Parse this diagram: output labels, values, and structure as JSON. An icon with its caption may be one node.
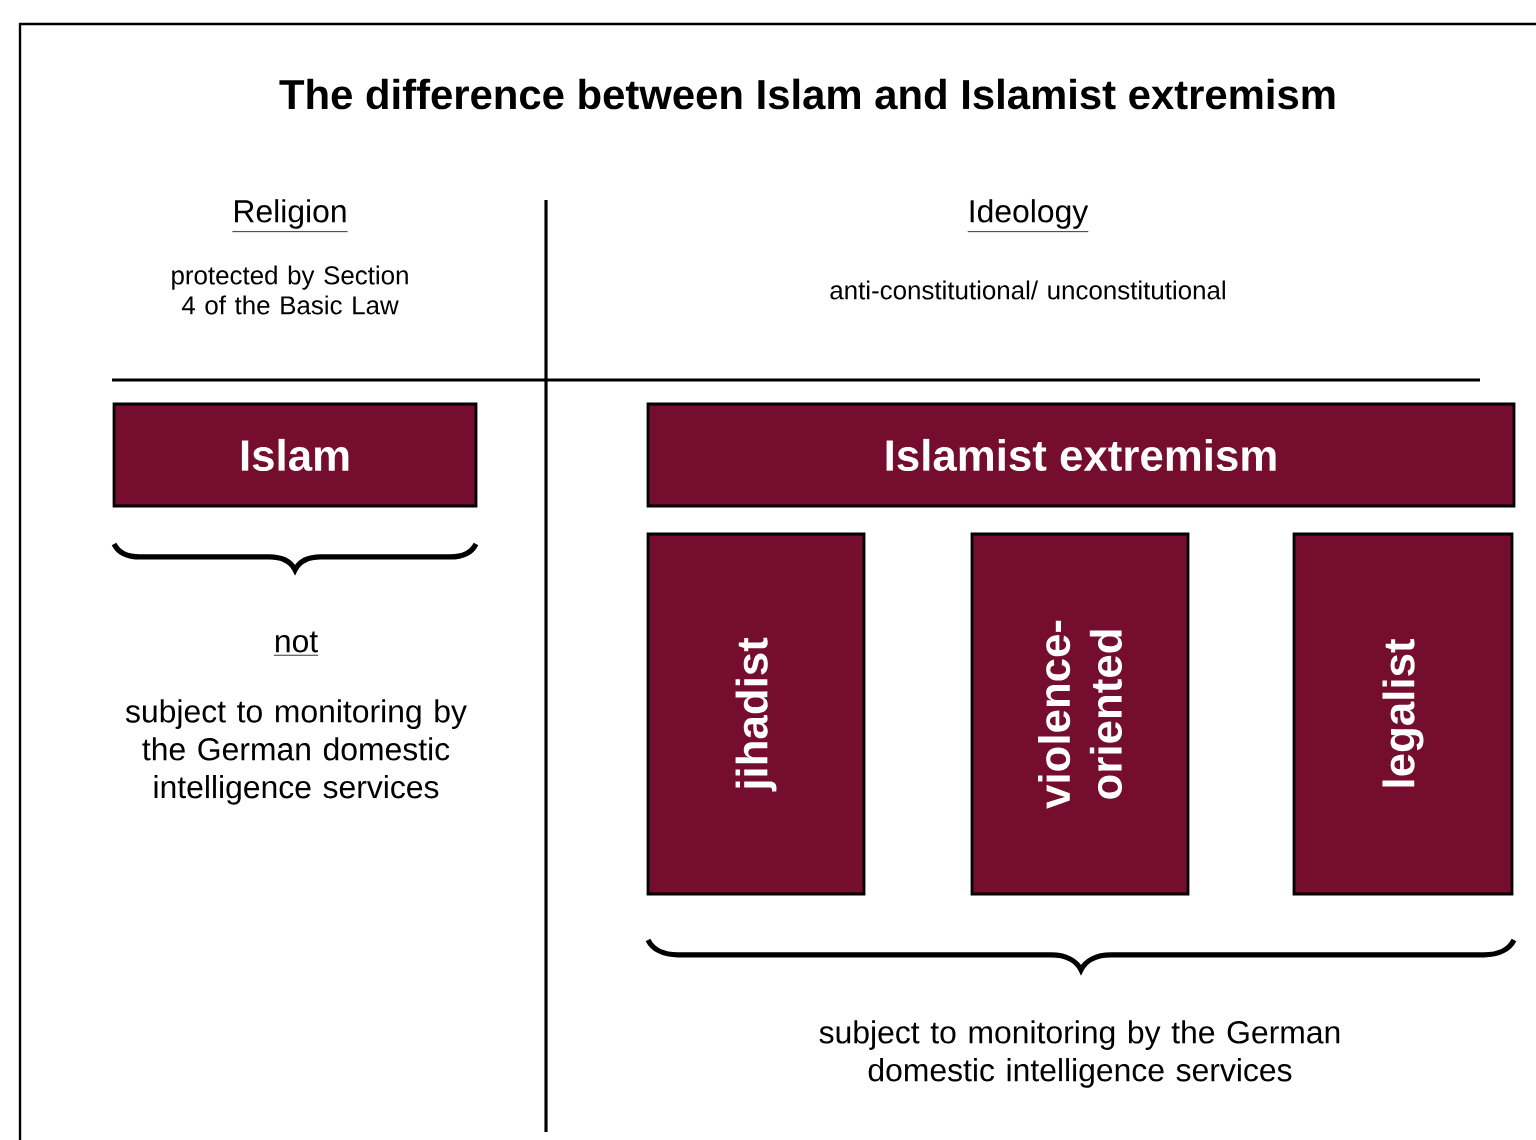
{
  "diagram": {
    "title": "The difference between Islam and Islamist extremism",
    "nodes": [
      {
        "text": [
          "Islam"
        ]
      },
      {
        "text": [
          "Islamist extremism"
        ]
      },
      {
        "text": [
          "jihadist"
        ]
      },
      {
        "text": [
          "violence-oriented"
        ]
      },
      {
        "text": [
          "legalist"
        ]
      }
    ],
    "labels": [
      "Religion",
      "protected by Section 4 of the Basic Law",
      "Ideology",
      "anti-constitutional/ unconstitutional",
      "not",
      "subject to monitoring by the German domestic intelligence services",
      "subject to monitoring by the German domestic intelligence services"
    ]
  }
}
